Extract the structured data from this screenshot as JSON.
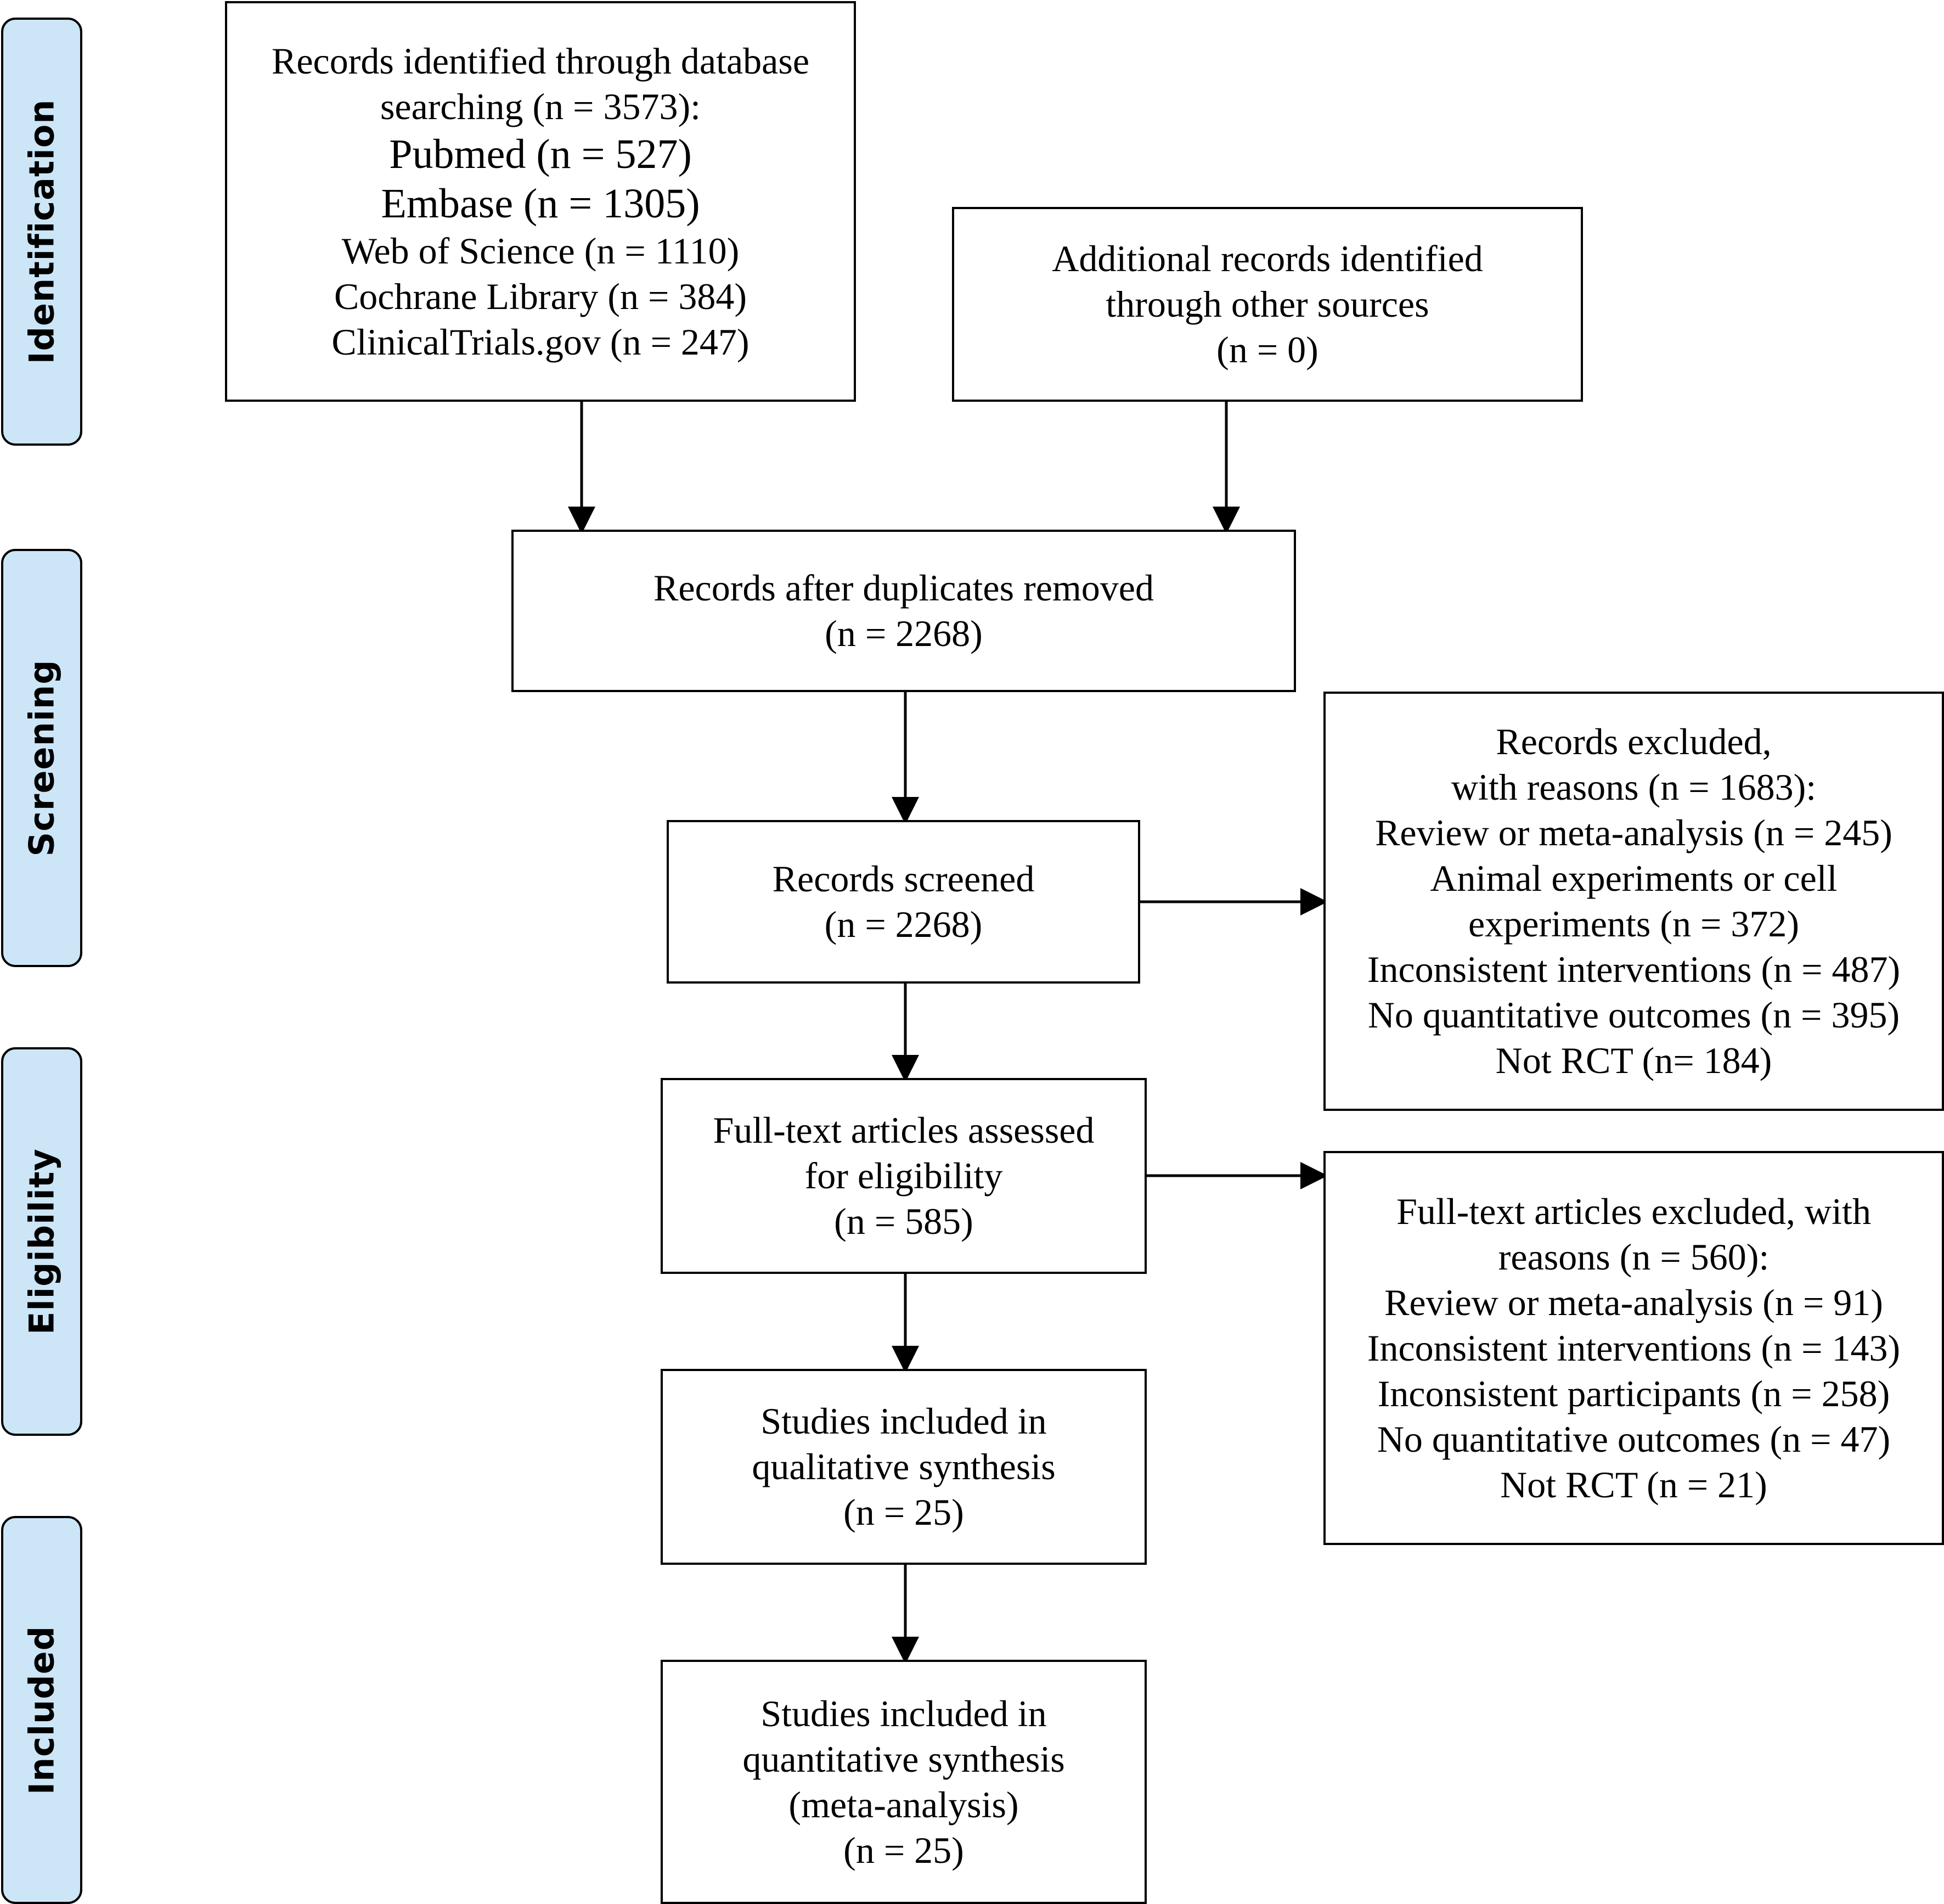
{
  "phases": {
    "identification": "Identification",
    "screening": "Screening",
    "eligibility": "Eligibility",
    "included": "Included"
  },
  "boxes": {
    "database_search": {
      "lines": [
        "Records identified through database",
        "searching (n = 3573):",
        "Pubmed (n = 527)",
        "Embase (n = 1305)",
        "Web of Science (n = 1110)",
        "Cochrane Library (n = 384)",
        "ClinicalTrials.gov (n = 247)"
      ]
    },
    "other_sources": {
      "lines": [
        "Additional records identified",
        "through other sources",
        "(n = 0)"
      ]
    },
    "after_duplicates": {
      "lines": [
        "Records after duplicates removed",
        "(n = 2268)"
      ]
    },
    "screened": {
      "lines": [
        "Records screened",
        "(n = 2268)"
      ]
    },
    "records_excluded": {
      "lines": [
        "Records excluded,",
        "with reasons (n = 1683):",
        "Review or meta-analysis (n = 245)",
        "Animal experiments or cell",
        "experiments (n = 372)",
        "Inconsistent interventions (n = 487)",
        "No quantitative outcomes (n = 395)",
        "Not RCT (n= 184)"
      ]
    },
    "full_text_assessed": {
      "lines": [
        "Full-text articles assessed",
        "for eligibility",
        "(n = 585)"
      ]
    },
    "full_text_excluded": {
      "lines": [
        "Full-text articles excluded, with",
        "reasons (n = 560):",
        "Review or meta-analysis (n = 91)",
        "Inconsistent interventions (n = 143)",
        "Inconsistent participants (n = 258)",
        "No quantitative outcomes (n = 47)",
        "Not RCT (n = 21)"
      ]
    },
    "qualitative": {
      "lines": [
        "Studies included in",
        "qualitative synthesis",
        "(n = 25)"
      ]
    },
    "quantitative": {
      "lines": [
        "Studies included in",
        "quantitative synthesis",
        "(meta-analysis)",
        "(n = 25)"
      ]
    }
  },
  "colors": {
    "phase_fill": "#cce6f7",
    "stroke": "#000000",
    "background": "#ffffff"
  }
}
